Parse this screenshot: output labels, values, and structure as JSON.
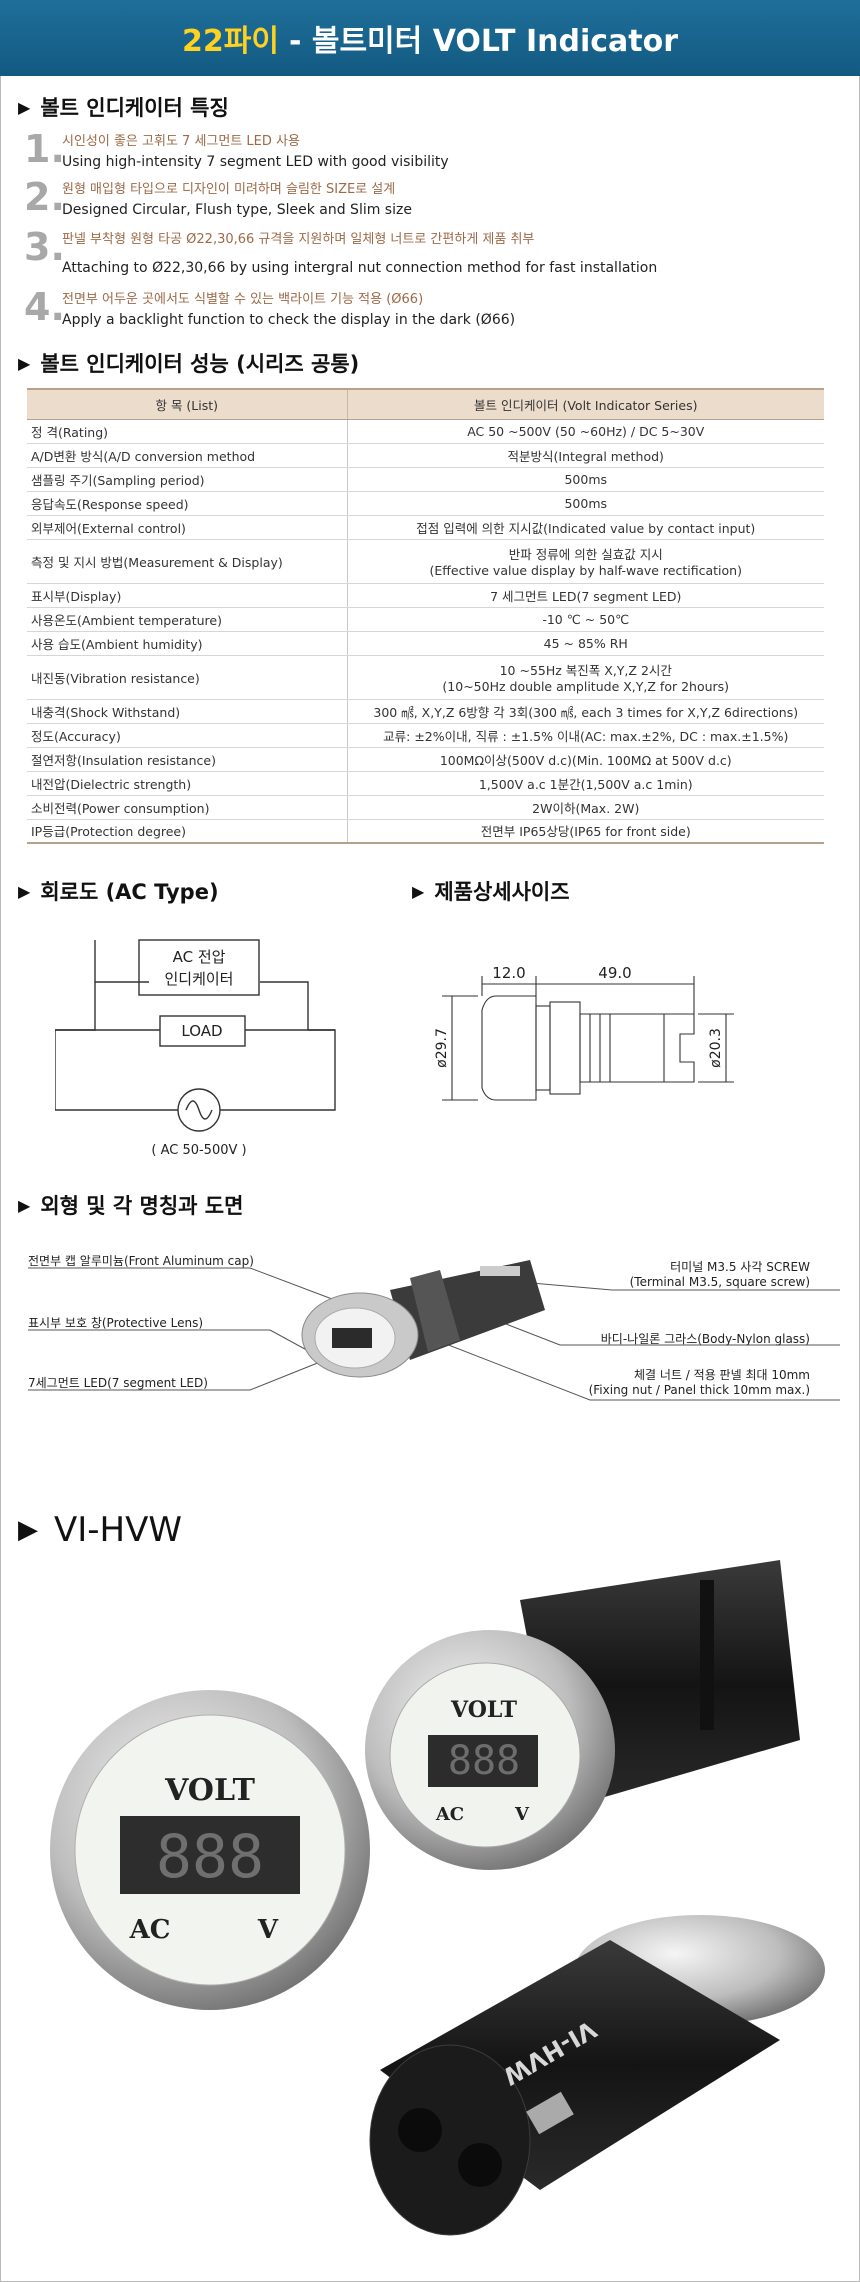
{
  "header": {
    "accent": "22파이",
    "title": "- 볼트미터 VOLT Indicator"
  },
  "features_section": {
    "title": "볼트 인디케이터 특징",
    "items": [
      {
        "num": "1.",
        "ko": "시인성이 좋은 고휘도 7 세그먼트 LED  사용",
        "en": "Using high-intensity 7 segment LED with good visibility"
      },
      {
        "num": "2.",
        "ko": "원형 매입형  타입으로 디자인이 미려하며 슬림한 SIZE로 설계",
        "en": "Designed Circular, Flush type, Sleek and Slim size"
      },
      {
        "num": "3.",
        "ko": "판넬 부착형 원형 타공 Ø22,30,66 규격을 지원하며 일체형 너트로 간편하게 제품 취부",
        "en": "Attaching to Ø22,30,66 by using intergral nut connection method for fast installation"
      },
      {
        "num": "4.",
        "ko": "전면부 어두운 곳에서도 식별할 수 있는 백라이트 기능 적용 (Ø66)",
        "en": "Apply a backlight function to check the display in the dark (Ø66)"
      }
    ]
  },
  "performance_section": {
    "title": "볼트 인디케이터 성능 (시리즈 공통)",
    "header": [
      "항  목 (List)",
      "볼트 인디케이터 (Volt Indicator Series)"
    ],
    "rows": [
      {
        "k": "정 격(Rating)",
        "v": "AC 50 ~500V (50 ~60Hz) / DC 5~30V"
      },
      {
        "k": "A/D변환 방식(A/D conversion method",
        "v": "적분방식(Integral method)"
      },
      {
        "k": "샘플링 주기(Sampling period)",
        "v": "500ms"
      },
      {
        "k": "응답속도(Response speed)",
        "v": "500ms"
      },
      {
        "k": "외부제어(External control)",
        "v": "접점 입력에 의한 지시값(Indicated value by contact input)"
      },
      {
        "k": "측정 및 지시 방법(Measurement & Display)",
        "v": "반파 정류에 의한 실효값 지시",
        "v2": "(Effective value display by half-wave rectification)"
      },
      {
        "k": "표시부(Display)",
        "v": "7 세그먼트 LED(7 segment LED)"
      },
      {
        "k": "사용온도(Ambient temperature)",
        "v": "-10 ℃ ~ 50℃"
      },
      {
        "k": "사용 습도(Ambient humidity)",
        "v": "45 ~ 85% RH"
      },
      {
        "k": "내진동(Vibration resistance)",
        "v": "10 ~55Hz 복진폭 X,Y,Z 2시간",
        "v2": "(10~50Hz double amplitude X,Y,Z for 2hours)"
      },
      {
        "k": "내충격(Shock Withstand)",
        "v": "300 ㎨, X,Y,Z 6방향 각 3회(300 ㎨, each 3 times for X,Y,Z 6directions)"
      },
      {
        "k": "정도(Accuracy)",
        "v": "교류: ±2%이내, 직류 : ±1.5% 이내(AC: max.±2%, DC : max.±1.5%)"
      },
      {
        "k": "절연저항(Insulation resistance)",
        "v": "100MΩ이상(500V d.c)(Min. 100MΩ at 500V d.c)"
      },
      {
        "k": "내전압(Dielectric strength)",
        "v": "1,500V a.c 1분간(1,500V a.c 1min)"
      },
      {
        "k": "소비전력(Power consumption)",
        "v": "2W이하(Max. 2W)"
      },
      {
        "k": "IP등급(Protection degree)",
        "v": "전면부 IP65상당(IP65 for front side)"
      }
    ]
  },
  "circuit_section": {
    "title": "회로도 (AC Type)",
    "indicator_line1": "AC 전압",
    "indicator_line2": "인디케이터",
    "load": "LOAD",
    "source": "( AC 50-500V )"
  },
  "dimension_section": {
    "title": "제품상세사이즈",
    "dim_front": "12.0",
    "dim_body": "49.0",
    "dim_cap_dia": "ø29.7",
    "dim_body_dia": "ø20.3"
  },
  "parts_section": {
    "title": "외형 및 각 명칭과 도면",
    "left": [
      "전면부 캡 알루미늄(Front Aluminum cap)",
      "표시부 보호 창(Protective Lens)",
      "7세그먼트 LED(7 segment LED)"
    ],
    "right": [
      {
        "l1": "터미널 M3.5 사각 SCREW",
        "l2": "(Terminal M3.5, square screw)"
      },
      {
        "l1": "바디-나일론 그라스(Body-Nylon glass)",
        "l2": ""
      },
      {
        "l1": "체결 너트 / 적용 판넬 최대 10mm",
        "l2": "(Fixing nut / Panel thick 10mm max.)"
      }
    ]
  },
  "model": {
    "name": "VI-HVW",
    "face_top": "VOLT",
    "face_left": "AC",
    "face_right": "V",
    "digits": "888",
    "body_text": "VI-HVW"
  },
  "colors": {
    "banner": "#1e6f9a",
    "accent": "#ffd21f",
    "ko_text": "#9d6a48",
    "table_head": "#ecdccc",
    "led": "#222"
  }
}
